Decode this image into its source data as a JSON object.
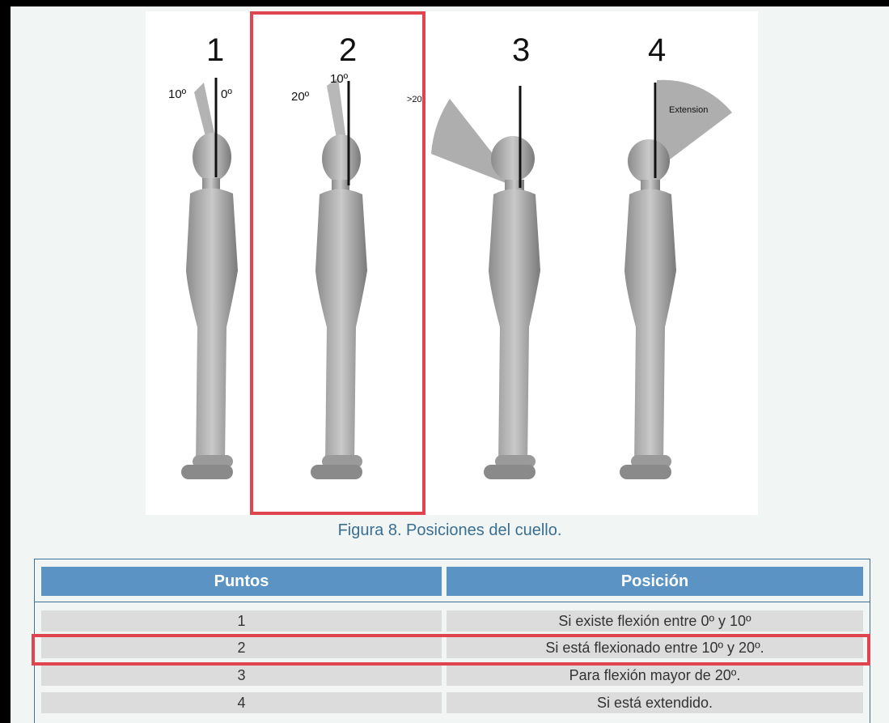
{
  "figure": {
    "numbers": [
      "1",
      "2",
      "3",
      "4"
    ],
    "labels": {
      "p1_left": "10º",
      "p1_right": "0º",
      "p2_left": "20º",
      "p2_top": "10º",
      "p3": ">20º",
      "p4": "Extension"
    },
    "caption": "Figura 8. Posiciones del cuello."
  },
  "table": {
    "headers": [
      "Puntos",
      "Posición"
    ],
    "rows": [
      {
        "puntos": "1",
        "posicion": "Si existe flexión entre 0º y 10º"
      },
      {
        "puntos": "2",
        "posicion": "Si está flexionado entre 10º y 20º."
      },
      {
        "puntos": "3",
        "posicion": "Para flexión mayor de 20º."
      },
      {
        "puntos": "4",
        "posicion": "Si está extendido."
      }
    ]
  },
  "colors": {
    "header_bg": "#5b93c4",
    "highlight_red": "#e0444e",
    "caption_text": "#3a6f90",
    "row_bg": "#dcdcdc"
  }
}
